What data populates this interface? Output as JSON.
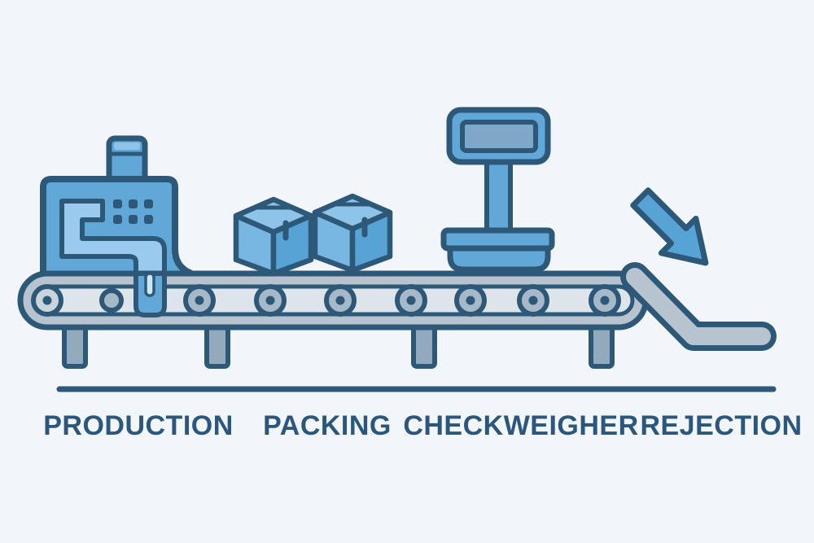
{
  "diagram": {
    "type": "process-flow",
    "subject": "checkweigher conveyor line",
    "stages": [
      {
        "id": "production",
        "label": "PRODUCTION",
        "icon": "production-machine-icon"
      },
      {
        "id": "packing",
        "label": "PACKING",
        "icon": "packing-boxes-icon"
      },
      {
        "id": "checkweigher",
        "label": "CHECKWEIGHER",
        "icon": "checkweigher-scale-icon"
      },
      {
        "id": "rejection",
        "label": "REJECTION",
        "icon": "rejection-arrow-icon"
      }
    ],
    "shared_elements": [
      {
        "icon": "conveyor-belt-icon"
      },
      {
        "icon": "rejection-ramp-icon"
      },
      {
        "icon": "baseline-divider"
      }
    ],
    "counts": {
      "boxes": 2,
      "belt_rollers": 9,
      "belt_legs": 4,
      "machine_vent_dots": 6
    }
  },
  "colors": {
    "background": "#f2f6fa",
    "outline_ink": "#2d5878",
    "label_text": "#2b567d",
    "blue_mid": "#61a8d9",
    "blue_light": "#8fc4ea",
    "blue_deep": "#57a3d6",
    "scale_screen": "#7fa8c8",
    "belt_gray": "#b7c3cf",
    "belt_inner": "#dde4ea",
    "roller_gray": "#a6b9c8",
    "leg_gray": "#93a9bc"
  }
}
